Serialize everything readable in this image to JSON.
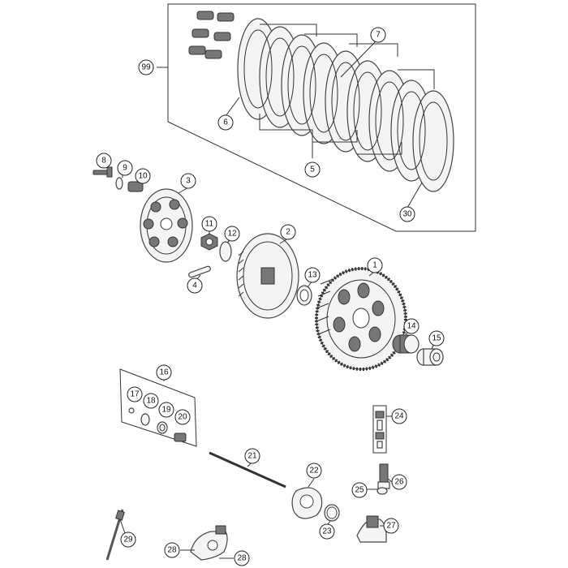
{
  "callouts": [
    {
      "id": "c99",
      "label": "99"
    },
    {
      "id": "c7",
      "label": "7"
    },
    {
      "id": "c6",
      "label": "6"
    },
    {
      "id": "c5",
      "label": "5"
    },
    {
      "id": "c30",
      "label": "30"
    },
    {
      "id": "c8",
      "label": "8"
    },
    {
      "id": "c9",
      "label": "9"
    },
    {
      "id": "c10",
      "label": "10"
    },
    {
      "id": "c3",
      "label": "3"
    },
    {
      "id": "c11",
      "label": "11"
    },
    {
      "id": "c12",
      "label": "12"
    },
    {
      "id": "c2",
      "label": "2"
    },
    {
      "id": "c4",
      "label": "4"
    },
    {
      "id": "c13",
      "label": "13"
    },
    {
      "id": "c1",
      "label": "1"
    },
    {
      "id": "c14",
      "label": "14"
    },
    {
      "id": "c15",
      "label": "15"
    },
    {
      "id": "c16",
      "label": "16"
    },
    {
      "id": "c17",
      "label": "17"
    },
    {
      "id": "c18",
      "label": "18"
    },
    {
      "id": "c19",
      "label": "19"
    },
    {
      "id": "c20",
      "label": "20"
    },
    {
      "id": "c24",
      "label": "24"
    },
    {
      "id": "c21",
      "label": "21"
    },
    {
      "id": "c22",
      "label": "22"
    },
    {
      "id": "c25",
      "label": "25"
    },
    {
      "id": "c26",
      "label": "26"
    },
    {
      "id": "c23",
      "label": "23"
    },
    {
      "id": "c27",
      "label": "27"
    },
    {
      "id": "c29",
      "label": "29"
    },
    {
      "id": "c28a",
      "label": "28"
    },
    {
      "id": "c28b",
      "label": "28"
    }
  ]
}
